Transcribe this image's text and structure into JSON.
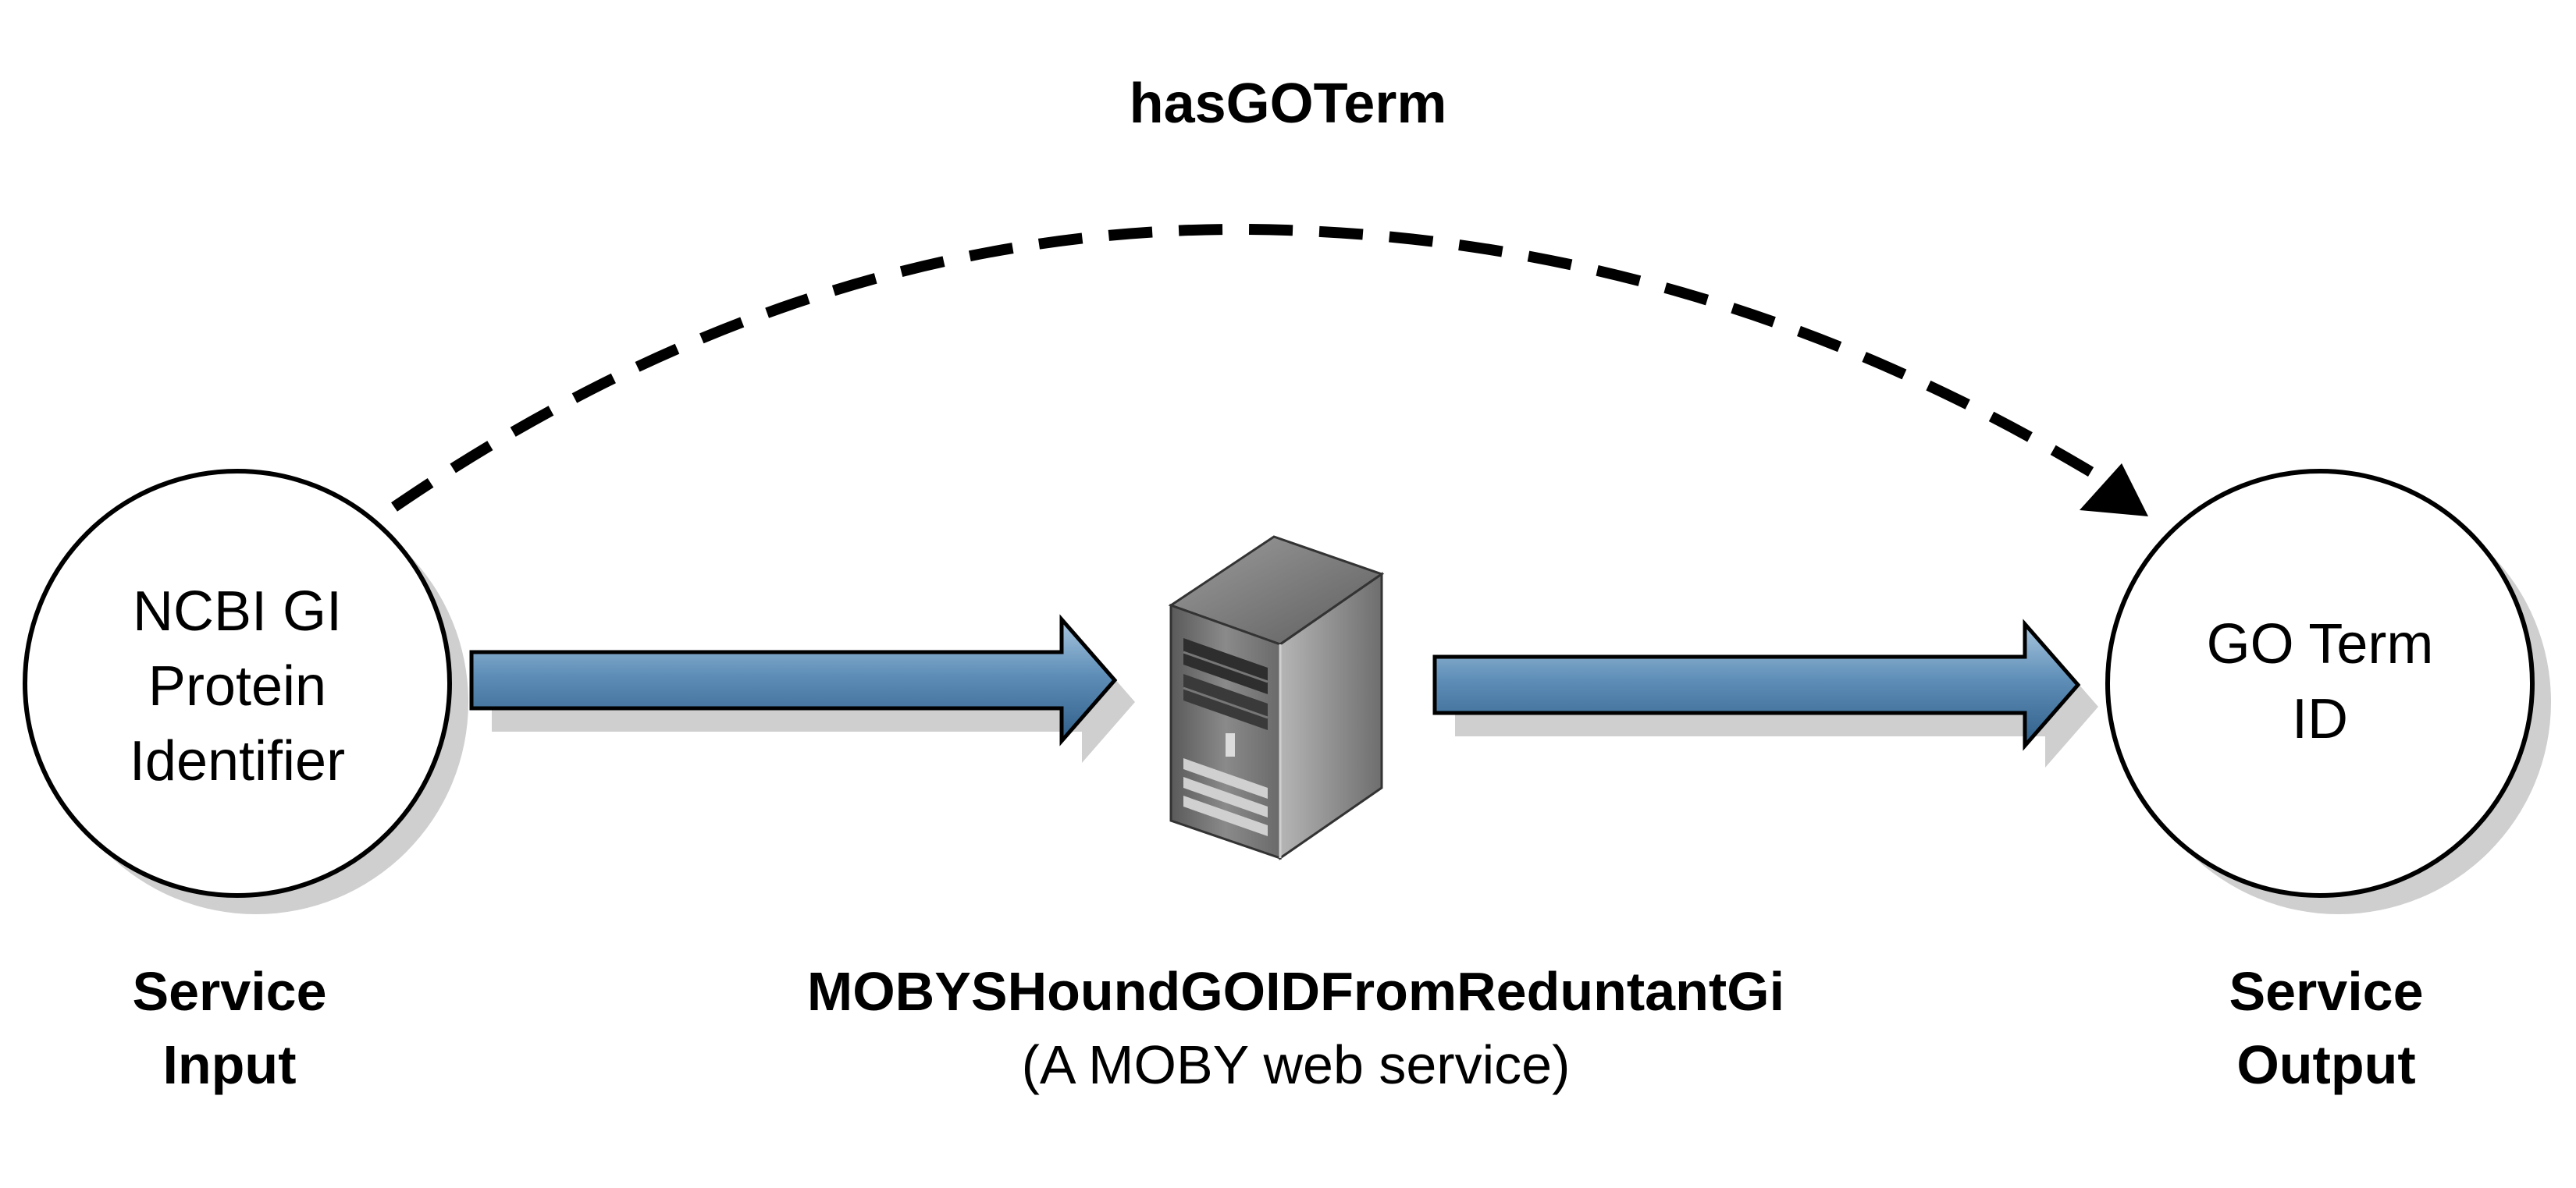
{
  "relation": {
    "label": "hasGOTerm"
  },
  "input_node": {
    "lines": [
      "NCBI GI",
      "Protein",
      "Identifier"
    ]
  },
  "output_node": {
    "lines": [
      "GO Term",
      "ID"
    ]
  },
  "input_caption": {
    "lines": [
      "Service",
      "Input"
    ]
  },
  "output_caption": {
    "lines": [
      "Service",
      "Output"
    ]
  },
  "service_caption": {
    "name": "MOBYSHoundGOIDFromReduntantGi",
    "description": "(A MOBY web service)"
  },
  "colors": {
    "arrow_fill": "#4d7ea8",
    "arrow_fill_light": "#a9c6de",
    "outline": "#000000",
    "shadow": "#c8c8c8",
    "server_body": "#7a7a7a"
  },
  "icons": {
    "server": "server-icon"
  }
}
